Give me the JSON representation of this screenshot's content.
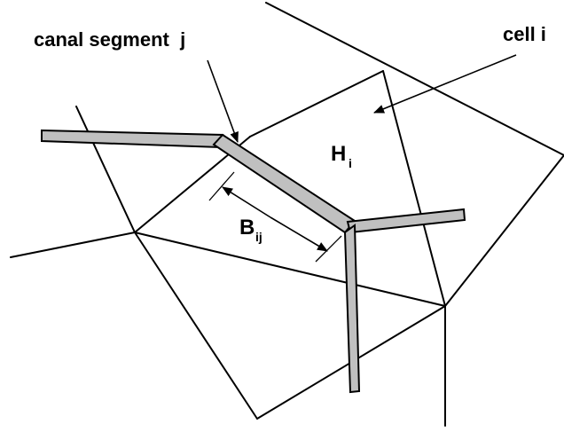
{
  "labels": {
    "canal_segment": "canal segment  j",
    "cell": "cell i",
    "water_level_symbol": "H",
    "water_level_subscript": "i",
    "width_symbol": "B",
    "width_subscript": "ij"
  },
  "colors": {
    "canal_fill": "#c0c0c0",
    "line": "#000000",
    "background": "#ffffff"
  }
}
